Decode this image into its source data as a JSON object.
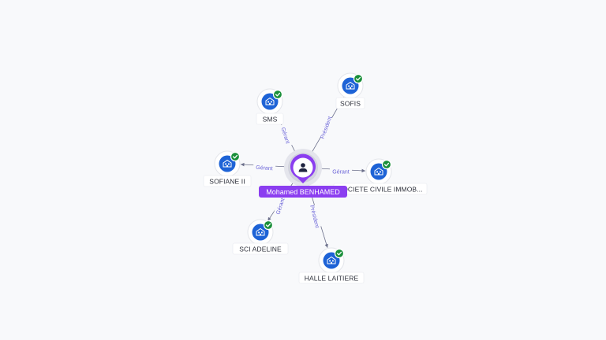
{
  "center": {
    "name": "Mohamed BENHAMED",
    "icon": "person-icon"
  },
  "companies": [
    {
      "id": "sms",
      "label": "SMS",
      "relation": "Gérant",
      "verified": true,
      "icon": "building-icon"
    },
    {
      "id": "sofis",
      "label": "SOFIS",
      "relation": "Président",
      "verified": true,
      "icon": "building-icon"
    },
    {
      "id": "sofiane",
      "label": "SOFIANE II",
      "relation": "Gérant",
      "verified": true,
      "icon": "building-icon"
    },
    {
      "id": "sci-civile",
      "label": "SOCIETE CIVILE IMMOB...",
      "relation": "Gérant",
      "verified": true,
      "icon": "building-icon"
    },
    {
      "id": "sci-adeline",
      "label": "SCI ADELINE",
      "relation": "Gérant",
      "verified": true,
      "icon": "building-icon"
    },
    {
      "id": "halle",
      "label": "HALLE LAITIERE",
      "relation": "Président",
      "verified": true,
      "icon": "building-icon"
    }
  ],
  "colors": {
    "person": "#8b3ef0",
    "company": "#1e63d6",
    "verified": "#1a8f3a",
    "edge_label": "#6b64d8"
  }
}
